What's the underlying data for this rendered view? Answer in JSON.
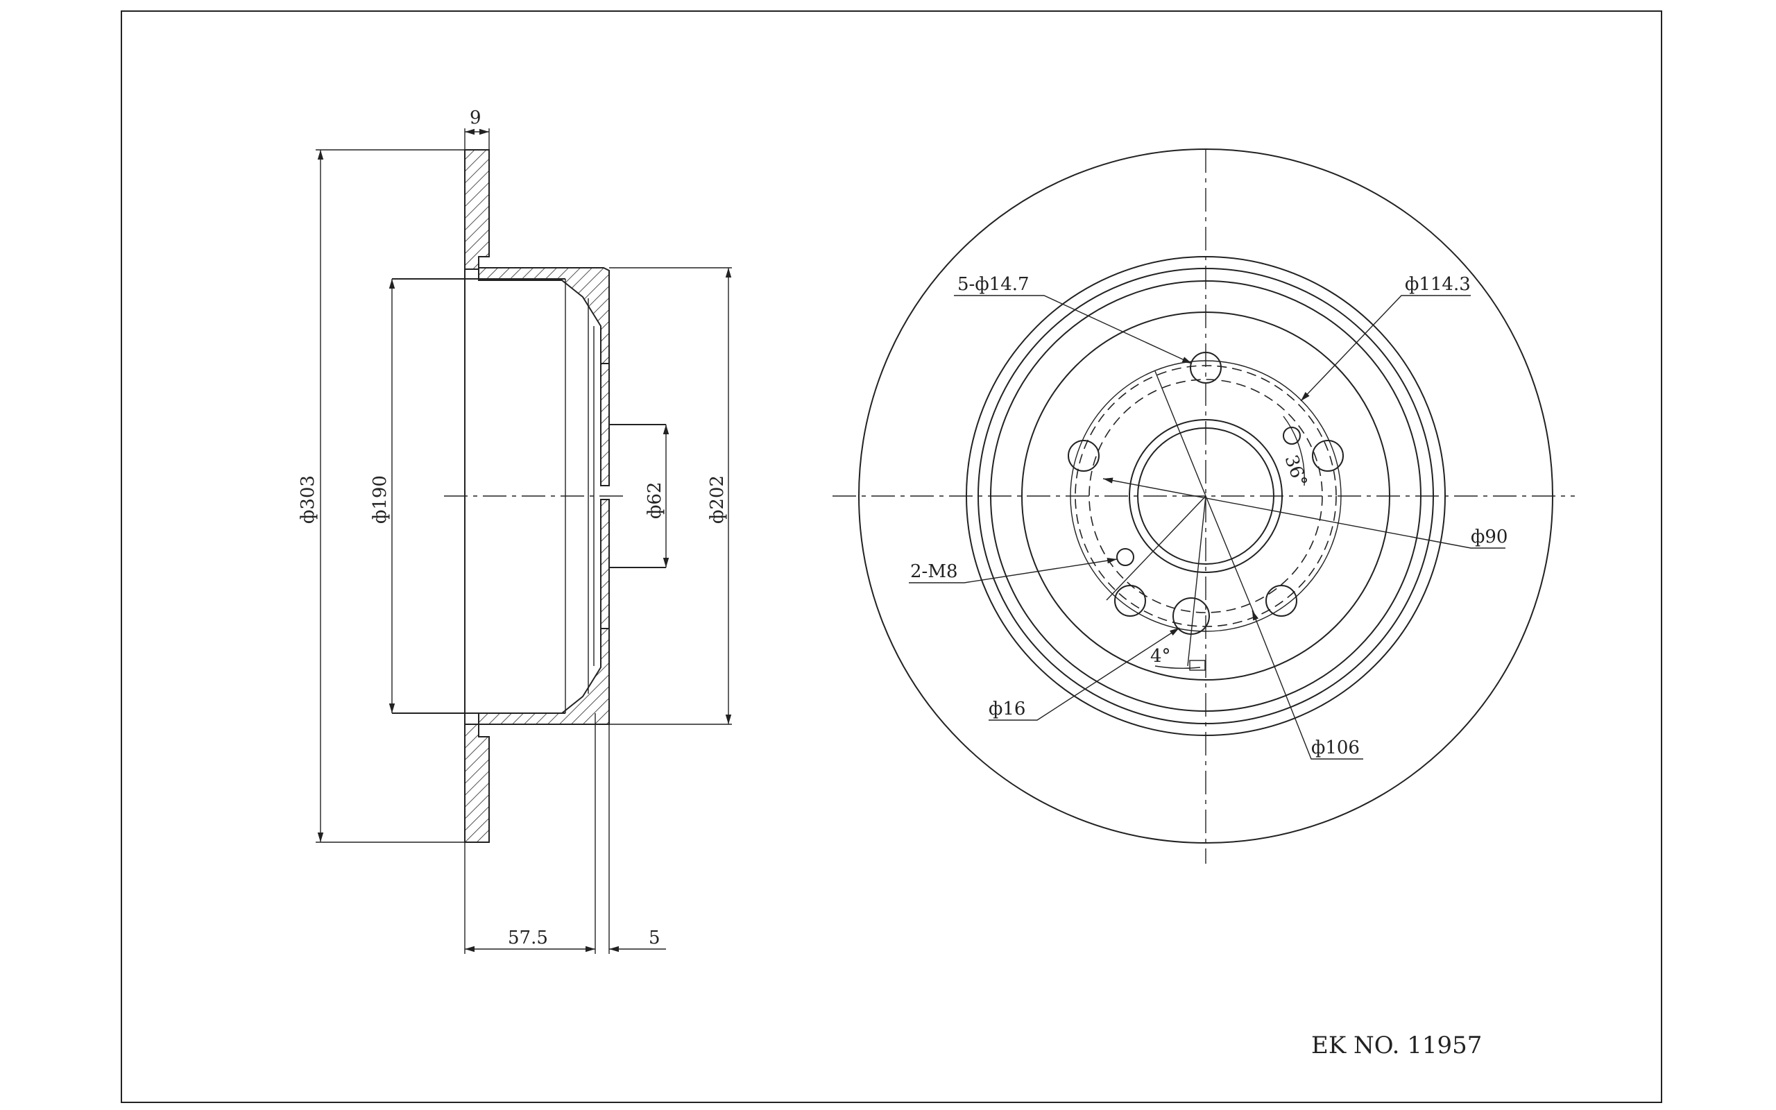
{
  "side_view": {
    "thickness": "9",
    "outer_diameter": "ф303",
    "inner_diameter": "ф190",
    "center_bore": "ф62",
    "hat_diameter": "ф202",
    "height": "57.5",
    "hub_thickness": "5"
  },
  "front_view": {
    "bolt_holes": "5-ф14.7",
    "pcd": "ф114.3",
    "center_diameter": "ф90",
    "threaded_holes": "2-M8",
    "pin_hole": "ф16",
    "hub_diameter": "ф106",
    "angle_36": "36°",
    "angle_4": "4°"
  },
  "part_number": "EK NO. 11957"
}
